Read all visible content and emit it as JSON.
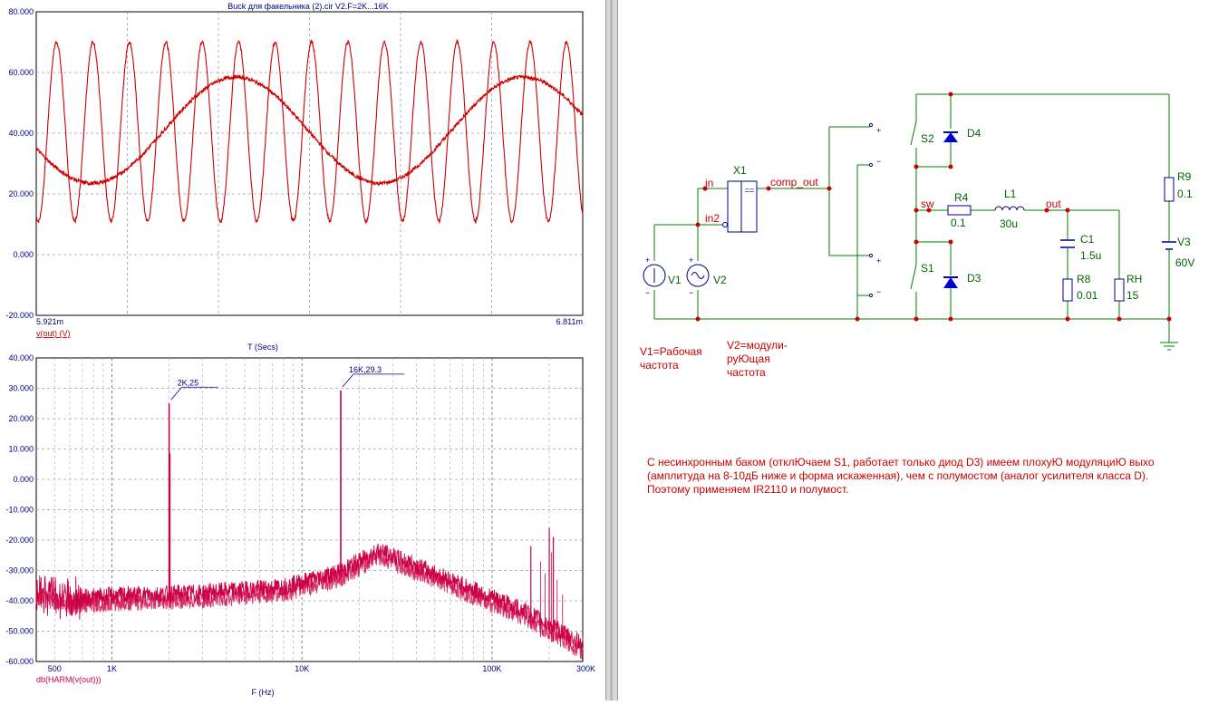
{
  "window_title": "Buck для факельника (2).cir V2.F=2K...16K",
  "chart_data": [
    {
      "type": "line",
      "title": "Buck для факельника (2).cir V2.F=2K...16K",
      "xlabel": "T (Secs)",
      "ylabel": "v(out) (V)",
      "xlim": [
        0.005921,
        0.006811
      ],
      "x_tick_labels": [
        "5.921m",
        "6.811m"
      ],
      "ylim": [
        -20,
        80
      ],
      "y_ticks": [
        -20,
        0,
        20,
        40,
        60,
        80
      ],
      "y_tick_labels": [
        "-20.000",
        "0.000",
        "20.000",
        "40.000",
        "60.000",
        "80.000"
      ],
      "grid": true,
      "series": [
        {
          "color": "#cc0000",
          "shape": "sine",
          "center": 40.5,
          "amplitude": 29.5,
          "cycles": 15,
          "phase_deg": 250
        },
        {
          "color": "#cc0000",
          "shape": "sine",
          "center": 41,
          "amplitude": 17.5,
          "cycles": 1.9,
          "phase_deg": 200
        }
      ]
    },
    {
      "type": "line",
      "xlabel": "F (Hz)",
      "ylabel": "db(HARM(v(out)))",
      "xscale": "log",
      "xlim": [
        400,
        300000
      ],
      "x_tick_labels": [
        "500",
        "1K",
        "10K",
        "100K",
        "300K"
      ],
      "x_ticks": [
        500,
        1000,
        10000,
        100000,
        300000
      ],
      "ylim": [
        -60,
        40
      ],
      "y_ticks": [
        -60,
        -50,
        -40,
        -30,
        -20,
        -10,
        0,
        10,
        20,
        30,
        40
      ],
      "y_tick_labels": [
        "-60.000",
        "-50.000",
        "-40.000",
        "-30.000",
        "-20.000",
        "-10.000",
        "0.000",
        "10.000",
        "20.000",
        "30.000",
        "40.000"
      ],
      "grid": true,
      "color": "#cc0044",
      "noise_floor": [
        [
          400,
          -37
        ],
        [
          600,
          -40
        ],
        [
          1000,
          -39
        ],
        [
          3000,
          -38
        ],
        [
          8000,
          -36
        ],
        [
          16000,
          -31
        ],
        [
          25000,
          -24
        ],
        [
          40000,
          -29
        ],
        [
          80000,
          -37
        ],
        [
          150000,
          -44
        ],
        [
          300000,
          -55
        ]
      ],
      "peaks": [
        {
          "x": 2000,
          "y": 25,
          "label": "2K,25"
        },
        {
          "x": 16000,
          "y": 29.3,
          "label": "16K,29.3"
        }
      ],
      "secondary_peaks": [
        [
          2000,
          8.5
        ],
        [
          160000,
          -22
        ],
        [
          200000,
          -16
        ],
        [
          210000,
          -19
        ]
      ]
    }
  ],
  "schematic": {
    "labels": {
      "x1": "X1",
      "in": "in",
      "in2": "in2",
      "comp_out": "comp_out",
      "v1": "V1",
      "v2": "V2",
      "s1": "S1",
      "s2": "S2",
      "d3": "D3",
      "d4": "D4",
      "sw": "sw",
      "r4": "R4",
      "r4_val": "0.1",
      "l1": "L1",
      "l1_val": "30u",
      "out": "out",
      "c1": "C1",
      "c1_val": "1.5u",
      "r8": "R8",
      "r8_val": "0.01",
      "rh": "RH",
      "rh_val": "15",
      "r9": "R9",
      "r9_val": "0.1",
      "v3": "V3",
      "v3_val": "60V"
    },
    "notes": {
      "v1_line1": "V1=Рабочая",
      "v1_line2": "частота",
      "v2_line1": "V2=модули-",
      "v2_line2": "руЮщая",
      "v2_line3": "частота",
      "comment_line1": "С несинхронным баком (отклЮчаем S1, работает только диод D3) имеем плохуЮ модуляциЮ выхо",
      "comment_line2": "(амплитуда на 8-10дБ ниже и форма искаженная), чем с полумостом (аналог усилителя класса D).",
      "comment_line3": "Поэтому применяем IR2110 и полумост."
    }
  }
}
